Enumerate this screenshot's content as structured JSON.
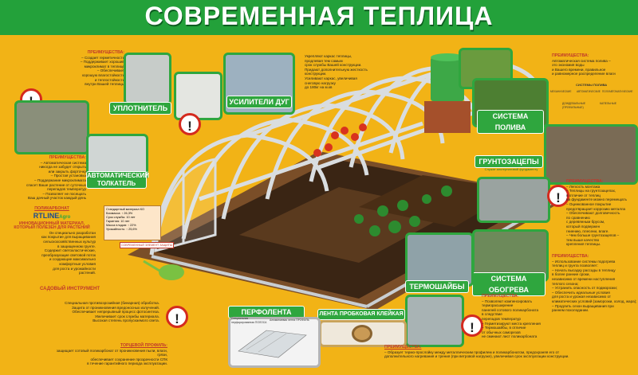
{
  "title": "СОВРЕМЕННАЯ ТЕПЛИЦА",
  "colors": {
    "background": "#f2b316",
    "title_bar": "#23a13a",
    "accent_red": "#c0392b",
    "soil": "#3a2514",
    "frame": "#d9dde0"
  },
  "labels": {
    "uplotnitel": "УПЛОТНИТЕЛЬ",
    "usiliteli_dug": "УСИЛИТЕЛИ ДУГ",
    "sistema_poliva": "СИСТЕМА ПОЛИВА",
    "avto_tolkatel": "АВТОМАТИЧЕСКИЙ ТОЛКАТЕЛЬ",
    "gruntozatsepy": "ГРУНТОЗАЦЕПЫ",
    "sistema_obogreva": "СИСТЕМА ОБОГРЕВА",
    "termoshaiby": "ТЕРМОШАЙБЫ",
    "perfolenta": "ПЕРФОЛЕНТА",
    "lenta_probkovaya": "ЛЕНТА ПРОБКОВАЯ КЛЕЙКАЯ",
    "sadovy_instrument": "САДОВЫЙ ИНСТРУМЕНТ",
    "polikarbonat": "ПОЛИКАРБОНАТ",
    "rtline": "RTLINE",
    "rtline_suffix": "Agro",
    "grunto_sub": "Служат альтернативой фундаменту"
  },
  "panels": {
    "uplotnitel": {
      "head": "ПРЕИМУЩЕСТВА:",
      "lines": [
        "– Создает герметичность",
        "– Поддерживает хороший",
        "микроклимат в теплице",
        "– Обеспечивает",
        "хорошую влагостойкость",
        "и теплостойкость",
        "внутри Вашей теплицы"
      ]
    },
    "usiliteli": {
      "lines": [
        "Укрепляют каркас теплицы,",
        "продлевая тем самым",
        "срок службы Вашей конструкции.",
        "Придают дополнительную жесткость",
        "конструкции.",
        "Усиливают каркас, увеличивая",
        "снеговую нагрузку",
        "до 180кг на м.кв"
      ]
    },
    "poliv": {
      "head": "ПРЕИМУЩЕСТВА:",
      "lines": [
        "Автоматическая система полива –",
        "это экономия воды",
        "и Вашего времени, правильное",
        "и равномерное распределение влаги"
      ],
      "sub_title": "СИСТЕМЫ ПОЛИВА",
      "sub_items": [
        "МЕХАНИЧЕСКИЕ",
        "АВТОМАТИЧЕСКИЕ",
        "ПОЛУАВТОМАТИЧЕСКИЕ"
      ],
      "sub_items2": [
        "ДОЖДЕВАЛЬНЫЕ",
        "(ПРОФИЛЬНЫЕ)",
        "КАПЕЛЬНЫЕ"
      ]
    },
    "tolkatel": {
      "head": "ПРЕИМУЩЕСТВА:",
      "lines": [
        "– Автоматическая система",
        "никогда не забудет открыть",
        "или закрыть форточку",
        "– Простая установка",
        "– Поддержание микроклимата",
        "спасет Ваше растение от суточных",
        "перепадов температур",
        "– Позволяет не посещать",
        "Ваш дачный участок каждый день"
      ]
    },
    "grunto": {
      "head": "ПРЕИМУЩЕСТВА:",
      "lines": [
        "– Легкость монтажа",
        "– Теплицы на грунтозацепах,",
        "в отличие от теплиц",
        "на фундаменте можно перемещать",
        "– Оцинкованное покрытие",
        "предотвращает коррозию металла",
        "– Обеспечивают долговечность",
        "по сравнению",
        "с деревянным брусом,",
        "который подвержен",
        "гниению, плесени, влаге.",
        "– Чем больше грунтозацепов –",
        "тем выше качество",
        "крепления теплицы."
      ]
    },
    "obogrev": {
      "head": "ПРЕИМУЩЕСТВА:",
      "lines": [
        "– Использование системы подогрева",
        "теплиц и грунта позволяет:",
        "– Начать высадку рассады в теплицу",
        "в более ранние сроки,",
        "независимо от времени наступления",
        "теплого сезона;",
        "– Устранить опасность от подморозки;",
        "– Обеспечить идеальные условия",
        "для роста и урожая независимо от",
        "климатических условий (заморозки, холод, жара);",
        "– Продлить сезон выращивания при",
        "раннем похолодании."
      ]
    },
    "termoshaiby": {
      "head": "ПРЕИМУЩЕСТВА:",
      "lines": [
        "– Позволяют компенсировать",
        "терморасширение",
        "панелей сотового поликарбоната",
        "в следствие",
        "перепадов температур",
        "– Герметизируют места крепления",
        "– Термошайбы, в отличие",
        "от обычных саморезов",
        "не сминают лист поликарбоната"
      ]
    },
    "lenta": {
      "head": "ПРЕИМУЩЕСТВА:",
      "lines": [
        "– Образует термо-прослойку между металлическим профилем и поликарбонатом, предохраняя его от",
        "дополнительного нагревания и трения (при ветровой нагрузке), увеличивая срок эксплуатации конструкции."
      ]
    },
    "perfolenta": {
      "head": "ТОРЦЕВОЙ ПРОФИЛЬ:",
      "lines": [
        "защищает сотовый поликарбонат от проникновения пыли, влаги, грязи,",
        "обеспечивает сохранение прозрачности СПК",
        "в течение гарантийного периода эксплуатации."
      ]
    },
    "polikarbonat": {
      "lines": [
        "ИННОВАЦИОННЫЙ МАТЕРИАЛ,",
        "КОТОРЫЙ ПОЛЕЗЕН ДЛЯ РАСТЕНИЙ",
        "Он специально разработан",
        "как покрытие для выращивания",
        "сельскохозяйственных культур",
        "в защищенном грунте.",
        "Содержит светокластические,",
        "преобразующие световой поток",
        "и создающие максимально",
        "комфортные условия",
        "для роста и урожайности",
        "растений."
      ]
    },
    "sadovy": {
      "lines": [
        "Специальная противоэрозийная (бинарная) обработка.",
        "Защита от проникновения вредоносных излучений.",
        "Обеспечивает непрерывный процесс фотосинтеза.",
        "Увеличивает срок службы материала.",
        "Высокая степень пропускаемого света."
      ]
    },
    "pk_info": {
      "lines": [
        "Стандартный материал КО",
        "Биомасса: ↑ 26,3%",
        "Срок службы: 10 лет",
        "Гарантия: 10 лет",
        "Масса плодов: ↑ 22%",
        "Урожайность: ↑ 25,6%"
      ],
      "tag": "СОВРЕМЕННЫЙ ЭЛЕМЕНТ ЗАЩИТЫ"
    }
  },
  "captions": {
    "perfolenta_top": "Специальная перфорированная ПОЛОСА",
    "perfolenta_right": "Алюминиевая лента ПРОФИЛЬ"
  }
}
